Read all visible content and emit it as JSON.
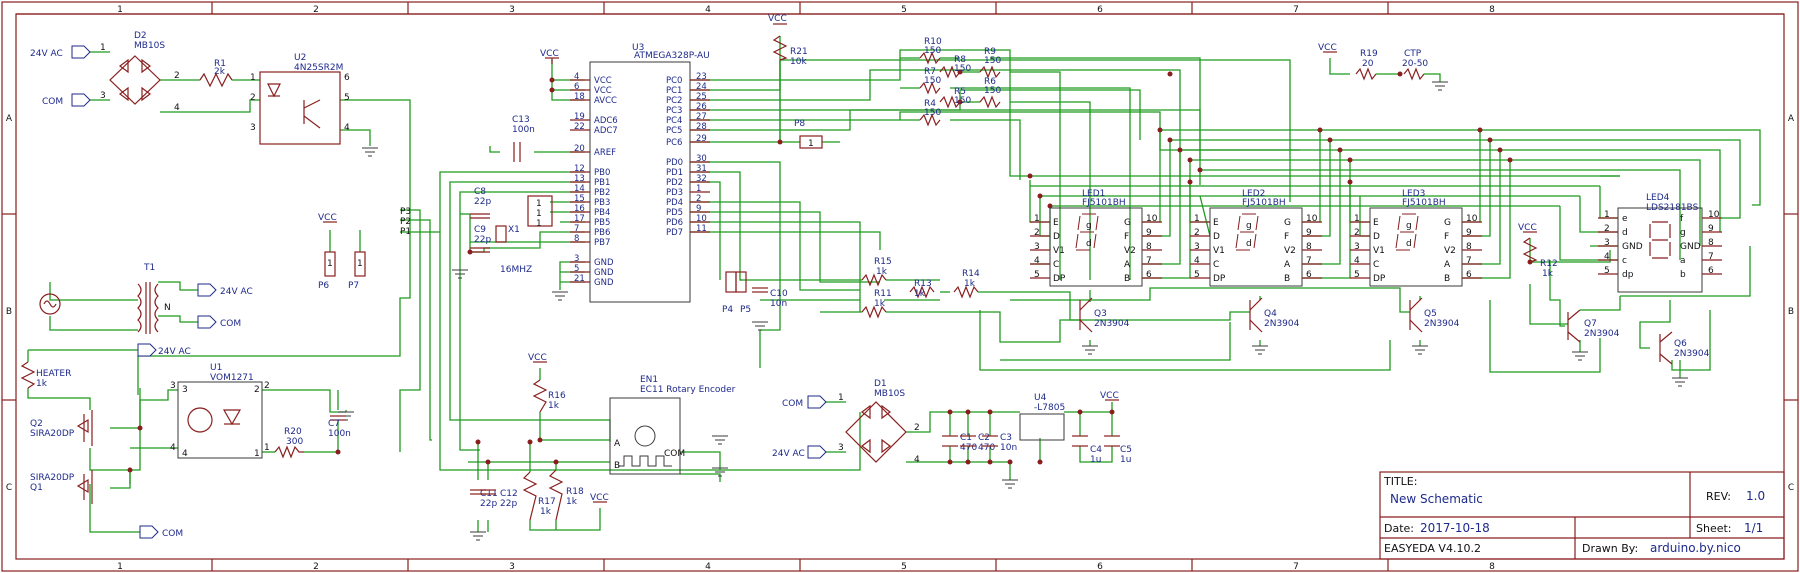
{
  "frame": {
    "col_labels": [
      "1",
      "2",
      "3",
      "4",
      "5",
      "6",
      "7",
      "8"
    ],
    "row_labels": [
      "A",
      "B",
      "C"
    ]
  },
  "title_block": {
    "title_label": "TITLE:",
    "title_value": "New Schematic",
    "rev_label": "REV:",
    "rev_value": "1.0",
    "date_label": "Date:",
    "date_value": "2017-10-18",
    "sheet_label": "Sheet:",
    "sheet_value": "1/1",
    "tool": "EASYEDA V4.10.2",
    "drawn_label": "Drawn By:",
    "drawn_value": "arduino.by.nico"
  },
  "nets": {
    "ac24_top": "24V AC",
    "com_top": "COM",
    "t1_ac": "24V AC",
    "t1_com": "COM",
    "heater_ac": "24V AC",
    "bottom_com": "COM",
    "d1_com": "COM",
    "d1_ac": "24V AC"
  },
  "components": {
    "d2": [
      "D2",
      "MB10S"
    ],
    "r1": [
      "R1",
      "2k"
    ],
    "u2": [
      "U2",
      "4N25SR2M"
    ],
    "u3": [
      "U3",
      "ATMEGA328P-AU"
    ],
    "c13": [
      "C13",
      "100n"
    ],
    "c8": [
      "C8",
      "22p"
    ],
    "c9": [
      "C9",
      "22p"
    ],
    "x1": [
      "X1",
      "16MHZ"
    ],
    "r21": [
      "R21",
      "10k"
    ],
    "p8": "P8",
    "p4": "P4",
    "p5": "P5",
    "c10": [
      "C10",
      "10n"
    ],
    "r10": [
      "R10",
      "150"
    ],
    "r8": [
      "R8",
      "150"
    ],
    "r9": [
      "R9",
      "150"
    ],
    "r7": [
      "R7",
      "150"
    ],
    "r6": [
      "R6",
      "150"
    ],
    "r5": [
      "R5",
      "150"
    ],
    "r4": [
      "R4",
      "150"
    ],
    "r19": [
      "R19",
      "20"
    ],
    "ctp": [
      "CTP",
      "20-50"
    ],
    "led1": [
      "LED1",
      "FJ5101BH"
    ],
    "led2": [
      "LED2",
      "FJ5101BH"
    ],
    "led3": [
      "LED3",
      "FJ5101BH"
    ],
    "led4": [
      "LED4",
      "LDS2181BS"
    ],
    "r15": [
      "R15",
      "1k"
    ],
    "r13": [
      "R13",
      "1k"
    ],
    "r14": [
      "R14",
      "1k"
    ],
    "r11": [
      "R11",
      "1k"
    ],
    "q3": [
      "Q3",
      "2N3904"
    ],
    "q4": [
      "Q4",
      "2N3904"
    ],
    "q5": [
      "Q5",
      "2N3904"
    ],
    "q7": [
      "Q7",
      "2N3904"
    ],
    "q6": [
      "Q6",
      "2N3904"
    ],
    "r12": [
      "R12",
      "1k"
    ],
    "p6": "P6",
    "p7": "P7",
    "t1": "T1",
    "heater": [
      "HEATER",
      "1k"
    ],
    "q2": [
      "Q2",
      "SIRA20DP"
    ],
    "q1": [
      "SIRA20DP",
      "Q1"
    ],
    "u1": [
      "U1",
      "VOM1271"
    ],
    "r20": [
      "R20",
      "300"
    ],
    "c7": [
      "C7",
      "100n"
    ],
    "r16": [
      "R16",
      "1k"
    ],
    "en1": [
      "EN1",
      "EC11 Rotary Encoder"
    ],
    "c11": [
      "C11",
      "22p"
    ],
    "c12": [
      "C12",
      "22p"
    ],
    "r17": [
      "R17",
      "1k"
    ],
    "r18": [
      "R18",
      "1k"
    ],
    "d1": [
      "D1",
      "MB10S"
    ],
    "c1": [
      "C1",
      "470"
    ],
    "c2": [
      "C2",
      "470"
    ],
    "c3": [
      "C3",
      "10n"
    ],
    "u4": [
      "U4",
      "-L7805"
    ],
    "c4": [
      "C4",
      "1u"
    ],
    "c5": [
      "C5",
      "1u"
    ]
  },
  "u3_pins": {
    "left": [
      {
        "num": "4",
        "name": "VCC"
      },
      {
        "num": "6",
        "name": "VCC"
      },
      {
        "num": "18",
        "name": "AVCC"
      },
      {
        "num": "19",
        "name": "ADC6"
      },
      {
        "num": "22",
        "name": "ADC7"
      },
      {
        "num": "20",
        "name": "AREF"
      },
      {
        "num": "12",
        "name": "PB0"
      },
      {
        "num": "13",
        "name": "PB1"
      },
      {
        "num": "14",
        "name": "PB2"
      },
      {
        "num": "15",
        "name": "PB3"
      },
      {
        "num": "16",
        "name": "PB4"
      },
      {
        "num": "17",
        "name": "PB5"
      },
      {
        "num": "7",
        "name": "PB6"
      },
      {
        "num": "8",
        "name": "PB7"
      },
      {
        "num": "3",
        "name": "GND"
      },
      {
        "num": "5",
        "name": "GND"
      },
      {
        "num": "21",
        "name": "GND"
      }
    ],
    "right": [
      {
        "num": "23",
        "name": "PC0"
      },
      {
        "num": "24",
        "name": "PC1"
      },
      {
        "num": "25",
        "name": "PC2"
      },
      {
        "num": "26",
        "name": "PC3"
      },
      {
        "num": "27",
        "name": "PC4"
      },
      {
        "num": "28",
        "name": "PC5"
      },
      {
        "num": "29",
        "name": "PC6"
      },
      {
        "num": "30",
        "name": "PD0"
      },
      {
        "num": "31",
        "name": "PD1"
      },
      {
        "num": "32",
        "name": "PD2"
      },
      {
        "num": "1",
        "name": "PD3"
      },
      {
        "num": "2",
        "name": "PD4"
      },
      {
        "num": "9",
        "name": "PD5"
      },
      {
        "num": "10",
        "name": "PD6"
      },
      {
        "num": "11",
        "name": "PD7"
      }
    ]
  },
  "led_pins": {
    "left": [
      {
        "num": "1",
        "name": "E"
      },
      {
        "num": "2",
        "name": "D"
      },
      {
        "num": "3",
        "name": "V1"
      },
      {
        "num": "4",
        "name": "C"
      },
      {
        "num": "5",
        "name": "DP"
      }
    ],
    "right": [
      {
        "num": "10",
        "name": "G"
      },
      {
        "num": "9",
        "name": "F"
      },
      {
        "num": "8",
        "name": "V2"
      },
      {
        "num": "7",
        "name": "A"
      },
      {
        "num": "6",
        "name": "B"
      }
    ]
  },
  "led4_pins": {
    "left": [
      {
        "num": "1",
        "name": "e"
      },
      {
        "num": "2",
        "name": "d"
      },
      {
        "num": "3",
        "name": "GND"
      },
      {
        "num": "4",
        "name": "c"
      },
      {
        "num": "5",
        "name": "dp"
      }
    ],
    "right": [
      {
        "num": "10",
        "name": "f"
      },
      {
        "num": "9",
        "name": "g"
      },
      {
        "num": "8",
        "name": "GND"
      },
      {
        "num": "7",
        "name": "a"
      },
      {
        "num": "6",
        "name": "b"
      }
    ]
  },
  "misc": {
    "vcc": "VCC",
    "pin_1": "1",
    "pin_2": "2",
    "pin_3": "3",
    "pin_4": "4",
    "pin_5": "5",
    "pin_6": "6",
    "p3": "P3",
    "p2": "P2",
    "p1": "P1",
    "enc_a": "A",
    "enc_b": "B",
    "enc_com": "COM",
    "t1_n": "N"
  },
  "colors": {
    "frame": "#8a1e1e",
    "wire": "#1f9a1f",
    "label": "#1e2a8a"
  }
}
